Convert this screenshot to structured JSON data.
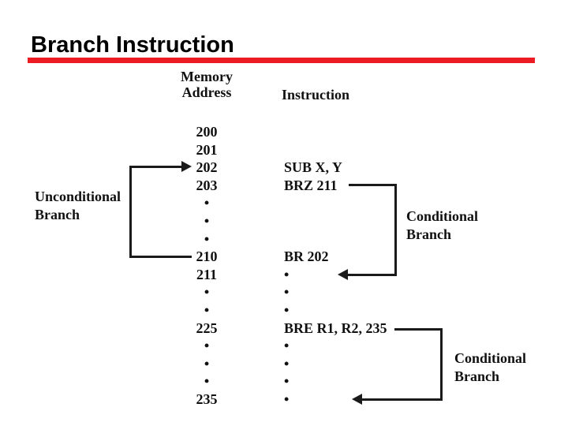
{
  "slide": {
    "title": "Branch Instruction",
    "colors": {
      "accent_red": "#ed1c24",
      "text": "#000000",
      "background": "#ffffff",
      "line": "#1a1a1a"
    }
  },
  "diagram": {
    "headers": {
      "memory": [
        "Memory",
        "Address"
      ],
      "instruction": "Instruction"
    },
    "rows": [
      {
        "address": "200",
        "instruction": ""
      },
      {
        "address": "201",
        "instruction": ""
      },
      {
        "address": "202",
        "instruction": "SUB X, Y"
      },
      {
        "address": "203",
        "instruction": "BRZ 211"
      },
      {
        "address": "•",
        "instruction": ""
      },
      {
        "address": "•",
        "instruction": ""
      },
      {
        "address": "•",
        "instruction": ""
      },
      {
        "address": "210",
        "instruction": "BR 202"
      },
      {
        "address": "211",
        "instruction": "•"
      },
      {
        "address": "•",
        "instruction": "•"
      },
      {
        "address": "•",
        "instruction": "•"
      },
      {
        "address": "225",
        "instruction": "BRE R1, R2, 235"
      },
      {
        "address": "•",
        "instruction": "•"
      },
      {
        "address": "•",
        "instruction": "•"
      },
      {
        "address": "•",
        "instruction": "•"
      },
      {
        "address": "235",
        "instruction": "•"
      }
    ],
    "labels": {
      "unconditional_branch": [
        "Unconditional",
        "Branch"
      ],
      "conditional_branch_1": [
        "Conditional",
        "Branch"
      ],
      "conditional_branch_2": [
        "Conditional",
        "Branch"
      ]
    }
  }
}
